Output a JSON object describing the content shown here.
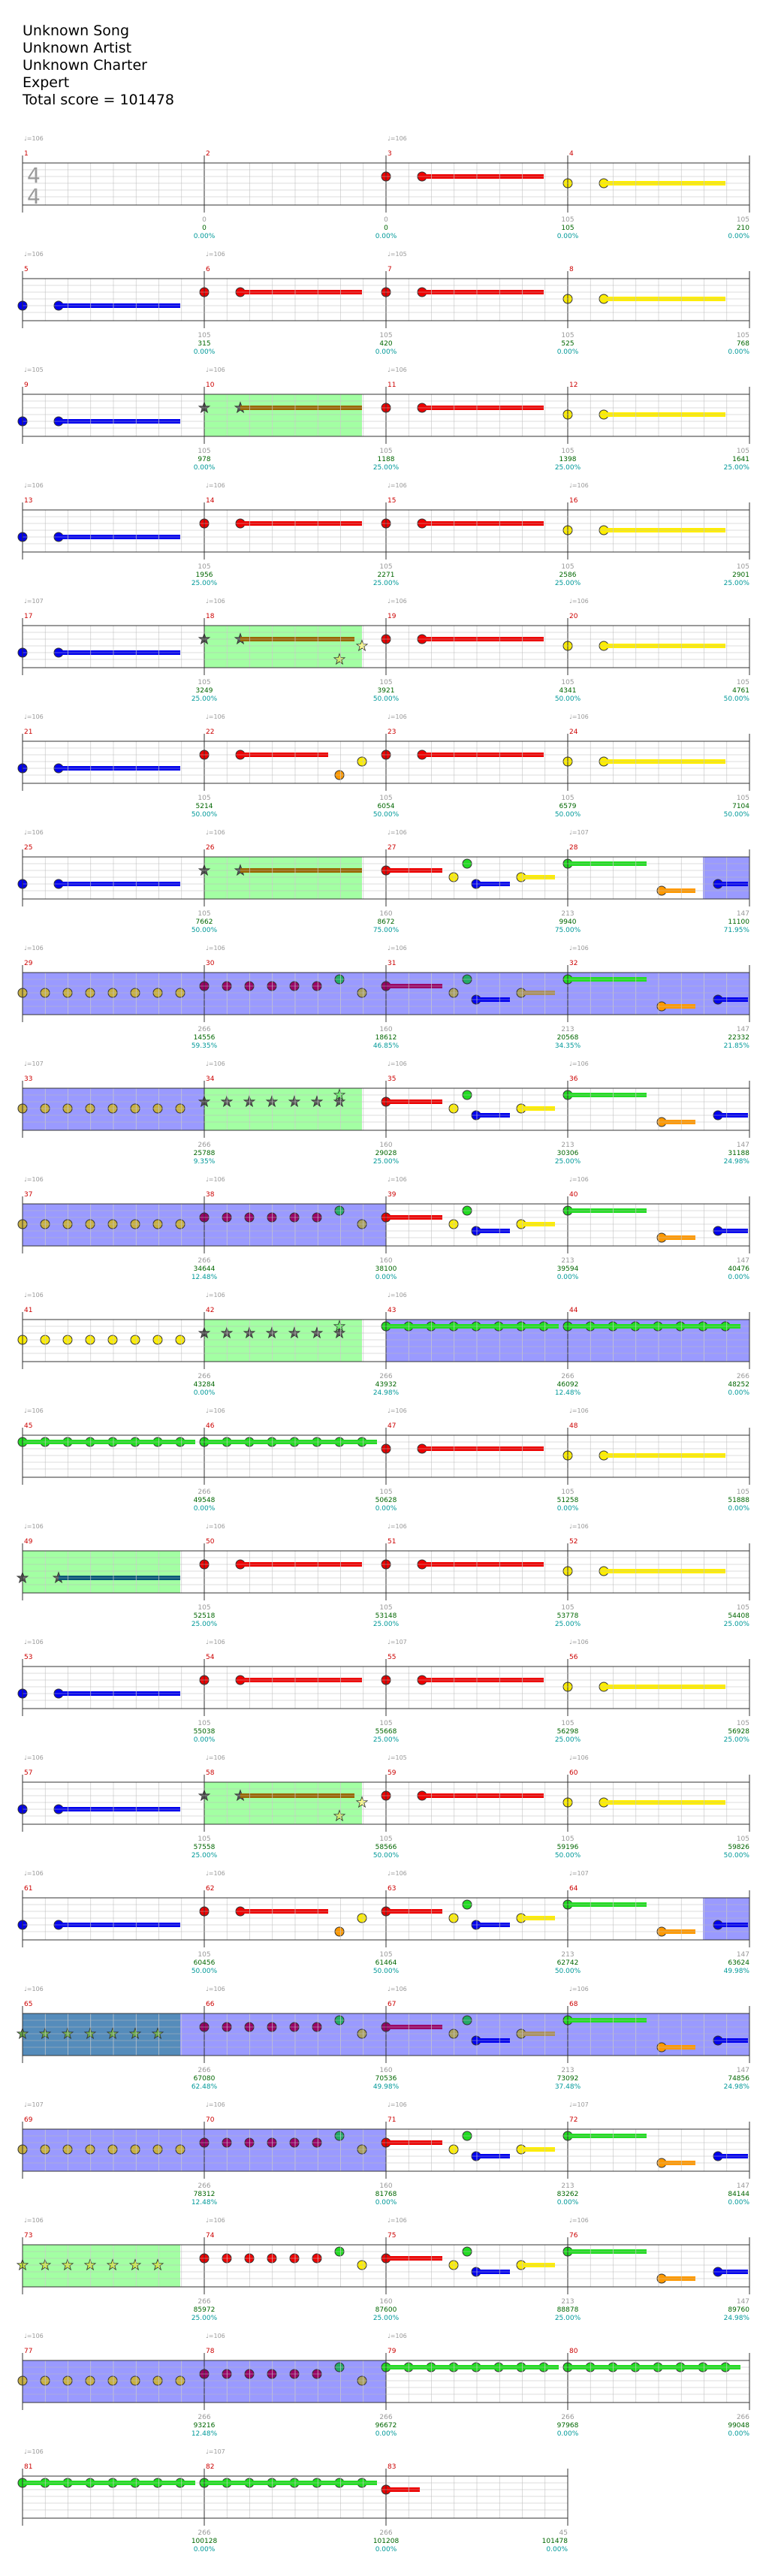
{
  "song": {
    "title": "Unknown Song",
    "artist": "Unknown Artist",
    "charter": "Unknown Charter",
    "difficulty": "Expert",
    "total_score_label": "Total score = 101478"
  },
  "time_signature": [
    "4",
    "4"
  ],
  "colors": {
    "green": "#22dd22",
    "red": "#ee0000",
    "yellow": "#ffee00",
    "blue": "#0000ee",
    "orange": "#ff9900",
    "star_power": "#99ff99",
    "solo": "#8888ff",
    "measure_number": "#cc0000",
    "score_text": "#006600",
    "percent_text": "#009999",
    "bpm_text": "#999999",
    "rows_label": "bpm markers show ♩=106 / ♩=107 / ♩=105"
  },
  "rows": [
    {
      "measures": [
        {
          "n": "1",
          "bpm": "♩=106",
          "pattern": "ts",
          "tick": "",
          "score": "",
          "pct": ""
        },
        {
          "n": "2",
          "bpm": "",
          "pattern": "empty",
          "tick": "0",
          "score": "0",
          "pct": "0.00%"
        },
        {
          "n": "3",
          "bpm": "♩=106",
          "pattern": "red",
          "tick": "0",
          "score": "0",
          "pct": "0.00%"
        },
        {
          "n": "4",
          "bpm": "",
          "pattern": "yellow",
          "tick": "105",
          "score": "105",
          "pct": "0.00%"
        }
      ],
      "end": {
        "tick": "105",
        "score": "210",
        "pct": "0.00%"
      }
    },
    {
      "measures": [
        {
          "n": "5",
          "bpm": "♩=106",
          "pattern": "blue",
          "tick": "",
          "score": "",
          "pct": ""
        },
        {
          "n": "6",
          "bpm": "♩=106",
          "pattern": "red",
          "tick": "105",
          "score": "315",
          "pct": "0.00%"
        },
        {
          "n": "7",
          "bpm": "♩=105",
          "pattern": "red",
          "tick": "105",
          "score": "420",
          "pct": "0.00%"
        },
        {
          "n": "8",
          "bpm": "",
          "pattern": "yellow",
          "tick": "105",
          "score": "525",
          "pct": "0.00%"
        }
      ],
      "end": {
        "tick": "105",
        "score": "768",
        "pct": "0.00%"
      }
    },
    {
      "measures": [
        {
          "n": "9",
          "bpm": "♩=105",
          "pattern": "blue",
          "tick": "",
          "score": "",
          "pct": ""
        },
        {
          "n": "10",
          "bpm": "♩=106",
          "pattern": "sp-red",
          "tick": "105",
          "score": "978",
          "pct": "0.00%"
        },
        {
          "n": "11",
          "bpm": "♩=106",
          "pattern": "red",
          "tick": "105",
          "score": "1188",
          "pct": "25.00%"
        },
        {
          "n": "12",
          "bpm": "",
          "pattern": "yellow",
          "tick": "105",
          "score": "1398",
          "pct": "25.00%"
        }
      ],
      "end": {
        "tick": "105",
        "score": "1641",
        "pct": "25.00%"
      }
    },
    {
      "measures": [
        {
          "n": "13",
          "bpm": "♩=106",
          "pattern": "blue",
          "tick": "",
          "score": "",
          "pct": ""
        },
        {
          "n": "14",
          "bpm": "♩=106",
          "pattern": "red",
          "tick": "105",
          "score": "1956",
          "pct": "25.00%"
        },
        {
          "n": "15",
          "bpm": "♩=106",
          "pattern": "red",
          "tick": "105",
          "score": "2271",
          "pct": "25.00%"
        },
        {
          "n": "16",
          "bpm": "♩=106",
          "pattern": "yellow",
          "tick": "105",
          "score": "2586",
          "pct": "25.00%"
        }
      ],
      "end": {
        "tick": "105",
        "score": "2901",
        "pct": "25.00%"
      }
    },
    {
      "measures": [
        {
          "n": "17",
          "bpm": "♩=107",
          "pattern": "blue",
          "tick": "",
          "score": "",
          "pct": ""
        },
        {
          "n": "18",
          "bpm": "♩=106",
          "pattern": "sp-red-star",
          "tick": "105",
          "score": "3249",
          "pct": "25.00%"
        },
        {
          "n": "19",
          "bpm": "♩=106",
          "pattern": "red",
          "tick": "105",
          "score": "3921",
          "pct": "50.00%"
        },
        {
          "n": "20",
          "bpm": "♩=106",
          "pattern": "yellow",
          "tick": "105",
          "score": "4341",
          "pct": "50.00%"
        }
      ],
      "end": {
        "tick": "105",
        "score": "4761",
        "pct": "50.00%"
      }
    },
    {
      "measures": [
        {
          "n": "21",
          "bpm": "♩=106",
          "pattern": "blue",
          "tick": "",
          "score": "",
          "pct": ""
        },
        {
          "n": "22",
          "bpm": "♩=106",
          "pattern": "red-short",
          "tick": "105",
          "score": "5214",
          "pct": "50.00%"
        },
        {
          "n": "23",
          "bpm": "♩=106",
          "pattern": "red",
          "tick": "105",
          "score": "6054",
          "pct": "50.00%"
        },
        {
          "n": "24",
          "bpm": "♩=106",
          "pattern": "yellow",
          "tick": "105",
          "score": "6579",
          "pct": "50.00%"
        }
      ],
      "end": {
        "tick": "105",
        "score": "7104",
        "pct": "50.00%"
      }
    },
    {
      "measures": [
        {
          "n": "25",
          "bpm": "♩=106",
          "pattern": "blue",
          "tick": "",
          "score": "",
          "pct": ""
        },
        {
          "n": "26",
          "bpm": "♩=106",
          "pattern": "sp-red",
          "tick": "105",
          "score": "7662",
          "pct": "50.00%"
        },
        {
          "n": "27",
          "bpm": "♩=106",
          "pattern": "mix",
          "tick": "160",
          "score": "8672",
          "pct": "75.00%"
        },
        {
          "n": "28",
          "bpm": "♩=107",
          "pattern": "green-solo",
          "tick": "213",
          "score": "9940",
          "pct": "75.00%"
        }
      ],
      "end": {
        "tick": "147",
        "score": "11100",
        "pct": "71.95%"
      }
    },
    {
      "measures": [
        {
          "n": "29",
          "bpm": "♩=106",
          "pattern": "solo-yellow",
          "tick": "",
          "score": "",
          "pct": ""
        },
        {
          "n": "30",
          "bpm": "♩=106",
          "pattern": "solo-red",
          "tick": "266",
          "score": "14556",
          "pct": "59.35%"
        },
        {
          "n": "31",
          "bpm": "♩=106",
          "pattern": "solo-mix",
          "tick": "160",
          "score": "18612",
          "pct": "46.85%"
        },
        {
          "n": "32",
          "bpm": "♩=106",
          "pattern": "solo-green",
          "tick": "213",
          "score": "20568",
          "pct": "34.35%"
        }
      ],
      "end": {
        "tick": "147",
        "score": "22332",
        "pct": "21.85%"
      }
    },
    {
      "measures": [
        {
          "n": "33",
          "bpm": "♩=107",
          "pattern": "solo-yellow",
          "tick": "",
          "score": "",
          "pct": ""
        },
        {
          "n": "34",
          "bpm": "♩=106",
          "pattern": "sp-stars",
          "tick": "266",
          "score": "25788",
          "pct": "9.35%"
        },
        {
          "n": "35",
          "bpm": "♩=106",
          "pattern": "mix",
          "tick": "160",
          "score": "29028",
          "pct": "25.00%"
        },
        {
          "n": "36",
          "bpm": "♩=106",
          "pattern": "green",
          "tick": "213",
          "score": "30306",
          "pct": "25.00%"
        }
      ],
      "end": {
        "tick": "147",
        "score": "31188",
        "pct": "24.98%"
      }
    },
    {
      "measures": [
        {
          "n": "37",
          "bpm": "♩=106",
          "pattern": "solo-yellow",
          "tick": "",
          "score": "",
          "pct": ""
        },
        {
          "n": "38",
          "bpm": "♩=106",
          "pattern": "solo-red",
          "tick": "266",
          "score": "34644",
          "pct": "12.48%"
        },
        {
          "n": "39",
          "bpm": "♩=106",
          "pattern": "mix",
          "tick": "160",
          "score": "38100",
          "pct": "0.00%"
        },
        {
          "n": "40",
          "bpm": "♩=106",
          "pattern": "green",
          "tick": "213",
          "score": "39594",
          "pct": "0.00%"
        }
      ],
      "end": {
        "tick": "147",
        "score": "40476",
        "pct": "0.00%"
      }
    },
    {
      "measures": [
        {
          "n": "41",
          "bpm": "♩=106",
          "pattern": "yellow-run",
          "tick": "",
          "score": "",
          "pct": ""
        },
        {
          "n": "42",
          "bpm": "♩=106",
          "pattern": "sp-stars",
          "tick": "266",
          "score": "43284",
          "pct": "0.00%"
        },
        {
          "n": "43",
          "bpm": "♩=106",
          "pattern": "solo-green-run",
          "tick": "266",
          "score": "43932",
          "pct": "24.98%"
        },
        {
          "n": "44",
          "bpm": "",
          "pattern": "solo-green-run",
          "tick": "266",
          "score": "46092",
          "pct": "12.48%"
        }
      ],
      "end": {
        "tick": "266",
        "score": "48252",
        "pct": "0.00%"
      }
    },
    {
      "measures": [
        {
          "n": "45",
          "bpm": "♩=106",
          "pattern": "green-run",
          "tick": "",
          "score": "",
          "pct": ""
        },
        {
          "n": "46",
          "bpm": "♩=106",
          "pattern": "green-run",
          "tick": "266",
          "score": "49548",
          "pct": "0.00%"
        },
        {
          "n": "47",
          "bpm": "♩=106",
          "pattern": "red",
          "tick": "105",
          "score": "50628",
          "pct": "0.00%"
        },
        {
          "n": "48",
          "bpm": "♩=106",
          "pattern": "yellow",
          "tick": "105",
          "score": "51258",
          "pct": "0.00%"
        }
      ],
      "end": {
        "tick": "105",
        "score": "51888",
        "pct": "0.00%"
      }
    },
    {
      "measures": [
        {
          "n": "49",
          "bpm": "♩=106",
          "pattern": "sp-blue",
          "tick": "",
          "score": "",
          "pct": ""
        },
        {
          "n": "50",
          "bpm": "♩=106",
          "pattern": "red",
          "tick": "105",
          "score": "52518",
          "pct": "25.00%"
        },
        {
          "n": "51",
          "bpm": "♩=106",
          "pattern": "red",
          "tick": "105",
          "score": "53148",
          "pct": "25.00%"
        },
        {
          "n": "52",
          "bpm": "♩=106",
          "pattern": "yellow",
          "tick": "105",
          "score": "53778",
          "pct": "25.00%"
        }
      ],
      "end": {
        "tick": "105",
        "score": "54408",
        "pct": "25.00%"
      }
    },
    {
      "measures": [
        {
          "n": "53",
          "bpm": "♩=106",
          "pattern": "blue",
          "tick": "",
          "score": "",
          "pct": ""
        },
        {
          "n": "54",
          "bpm": "♩=106",
          "pattern": "red",
          "tick": "105",
          "score": "55038",
          "pct": "0.00%"
        },
        {
          "n": "55",
          "bpm": "♩=107",
          "pattern": "red",
          "tick": "105",
          "score": "55668",
          "pct": "25.00%"
        },
        {
          "n": "56",
          "bpm": "♩=106",
          "pattern": "yellow",
          "tick": "105",
          "score": "56298",
          "pct": "25.00%"
        }
      ],
      "end": {
        "tick": "105",
        "score": "56928",
        "pct": "25.00%"
      }
    },
    {
      "measures": [
        {
          "n": "57",
          "bpm": "♩=106",
          "pattern": "blue",
          "tick": "",
          "score": "",
          "pct": ""
        },
        {
          "n": "58",
          "bpm": "♩=106",
          "pattern": "sp-red-star",
          "tick": "105",
          "score": "57558",
          "pct": "25.00%"
        },
        {
          "n": "59",
          "bpm": "♩=105",
          "pattern": "red",
          "tick": "105",
          "score": "58566",
          "pct": "50.00%"
        },
        {
          "n": "60",
          "bpm": "♩=106",
          "pattern": "yellow",
          "tick": "105",
          "score": "59196",
          "pct": "50.00%"
        }
      ],
      "end": {
        "tick": "105",
        "score": "59826",
        "pct": "50.00%"
      }
    },
    {
      "measures": [
        {
          "n": "61",
          "bpm": "♩=106",
          "pattern": "blue",
          "tick": "",
          "score": "",
          "pct": ""
        },
        {
          "n": "62",
          "bpm": "♩=106",
          "pattern": "red-short",
          "tick": "105",
          "score": "60456",
          "pct": "50.00%"
        },
        {
          "n": "63",
          "bpm": "♩=106",
          "pattern": "mix",
          "tick": "105",
          "score": "61464",
          "pct": "50.00%"
        },
        {
          "n": "64",
          "bpm": "♩=107",
          "pattern": "green-solo",
          "tick": "213",
          "score": "62742",
          "pct": "50.00%"
        }
      ],
      "end": {
        "tick": "147",
        "score": "63624",
        "pct": "49.98%"
      }
    },
    {
      "measures": [
        {
          "n": "65",
          "bpm": "♩=106",
          "pattern": "sp-stars-solo",
          "tick": "",
          "score": "",
          "pct": ""
        },
        {
          "n": "66",
          "bpm": "♩=106",
          "pattern": "solo-red",
          "tick": "266",
          "score": "67080",
          "pct": "62.48%"
        },
        {
          "n": "67",
          "bpm": "♩=106",
          "pattern": "solo-mix",
          "tick": "160",
          "score": "70536",
          "pct": "49.98%"
        },
        {
          "n": "68",
          "bpm": "♩=106",
          "pattern": "solo-green",
          "tick": "213",
          "score": "73092",
          "pct": "37.48%"
        }
      ],
      "end": {
        "tick": "147",
        "score": "74856",
        "pct": "24.98%"
      }
    },
    {
      "measures": [
        {
          "n": "69",
          "bpm": "♩=107",
          "pattern": "solo-yellow",
          "tick": "",
          "score": "",
          "pct": ""
        },
        {
          "n": "70",
          "bpm": "♩=106",
          "pattern": "solo-red",
          "tick": "266",
          "score": "78312",
          "pct": "12.48%"
        },
        {
          "n": "71",
          "bpm": "♩=106",
          "pattern": "mix",
          "tick": "160",
          "score": "81768",
          "pct": "0.00%"
        },
        {
          "n": "72",
          "bpm": "♩=107",
          "pattern": "green",
          "tick": "213",
          "score": "83262",
          "pct": "0.00%"
        }
      ],
      "end": {
        "tick": "147",
        "score": "84144",
        "pct": "0.00%"
      }
    },
    {
      "measures": [
        {
          "n": "73",
          "bpm": "♩=106",
          "pattern": "sp-stars-short",
          "tick": "",
          "score": "",
          "pct": ""
        },
        {
          "n": "74",
          "bpm": "♩=106",
          "pattern": "red-dots",
          "tick": "266",
          "score": "85972",
          "pct": "25.00%"
        },
        {
          "n": "75",
          "bpm": "♩=106",
          "pattern": "mix",
          "tick": "160",
          "score": "87600",
          "pct": "25.00%"
        },
        {
          "n": "76",
          "bpm": "♩=106",
          "pattern": "green",
          "tick": "213",
          "score": "88878",
          "pct": "25.00%"
        }
      ],
      "end": {
        "tick": "147",
        "score": "89760",
        "pct": "24.98%"
      }
    },
    {
      "measures": [
        {
          "n": "77",
          "bpm": "♩=106",
          "pattern": "solo-yellow",
          "tick": "",
          "score": "",
          "pct": ""
        },
        {
          "n": "78",
          "bpm": "♩=106",
          "pattern": "solo-red",
          "tick": "266",
          "score": "93216",
          "pct": "12.48%"
        },
        {
          "n": "79",
          "bpm": "♩=106",
          "pattern": "green-run",
          "tick": "266",
          "score": "96672",
          "pct": "0.00%"
        },
        {
          "n": "80",
          "bpm": "",
          "pattern": "green-run",
          "tick": "266",
          "score": "97968",
          "pct": "0.00%"
        }
      ],
      "end": {
        "tick": "266",
        "score": "99048",
        "pct": "0.00%"
      }
    },
    {
      "measures": [
        {
          "n": "81",
          "bpm": "♩=106",
          "pattern": "green-run",
          "tick": "",
          "score": "",
          "pct": ""
        },
        {
          "n": "82",
          "bpm": "♩=107",
          "pattern": "green-run",
          "tick": "266",
          "score": "100128",
          "pct": "0.00%"
        },
        {
          "n": "83",
          "bpm": "",
          "pattern": "red-tail",
          "tick": "266",
          "score": "101208",
          "pct": "0.00%"
        }
      ],
      "end": {
        "tick": "45",
        "score": "101478",
        "pct": "0.00%"
      }
    }
  ]
}
